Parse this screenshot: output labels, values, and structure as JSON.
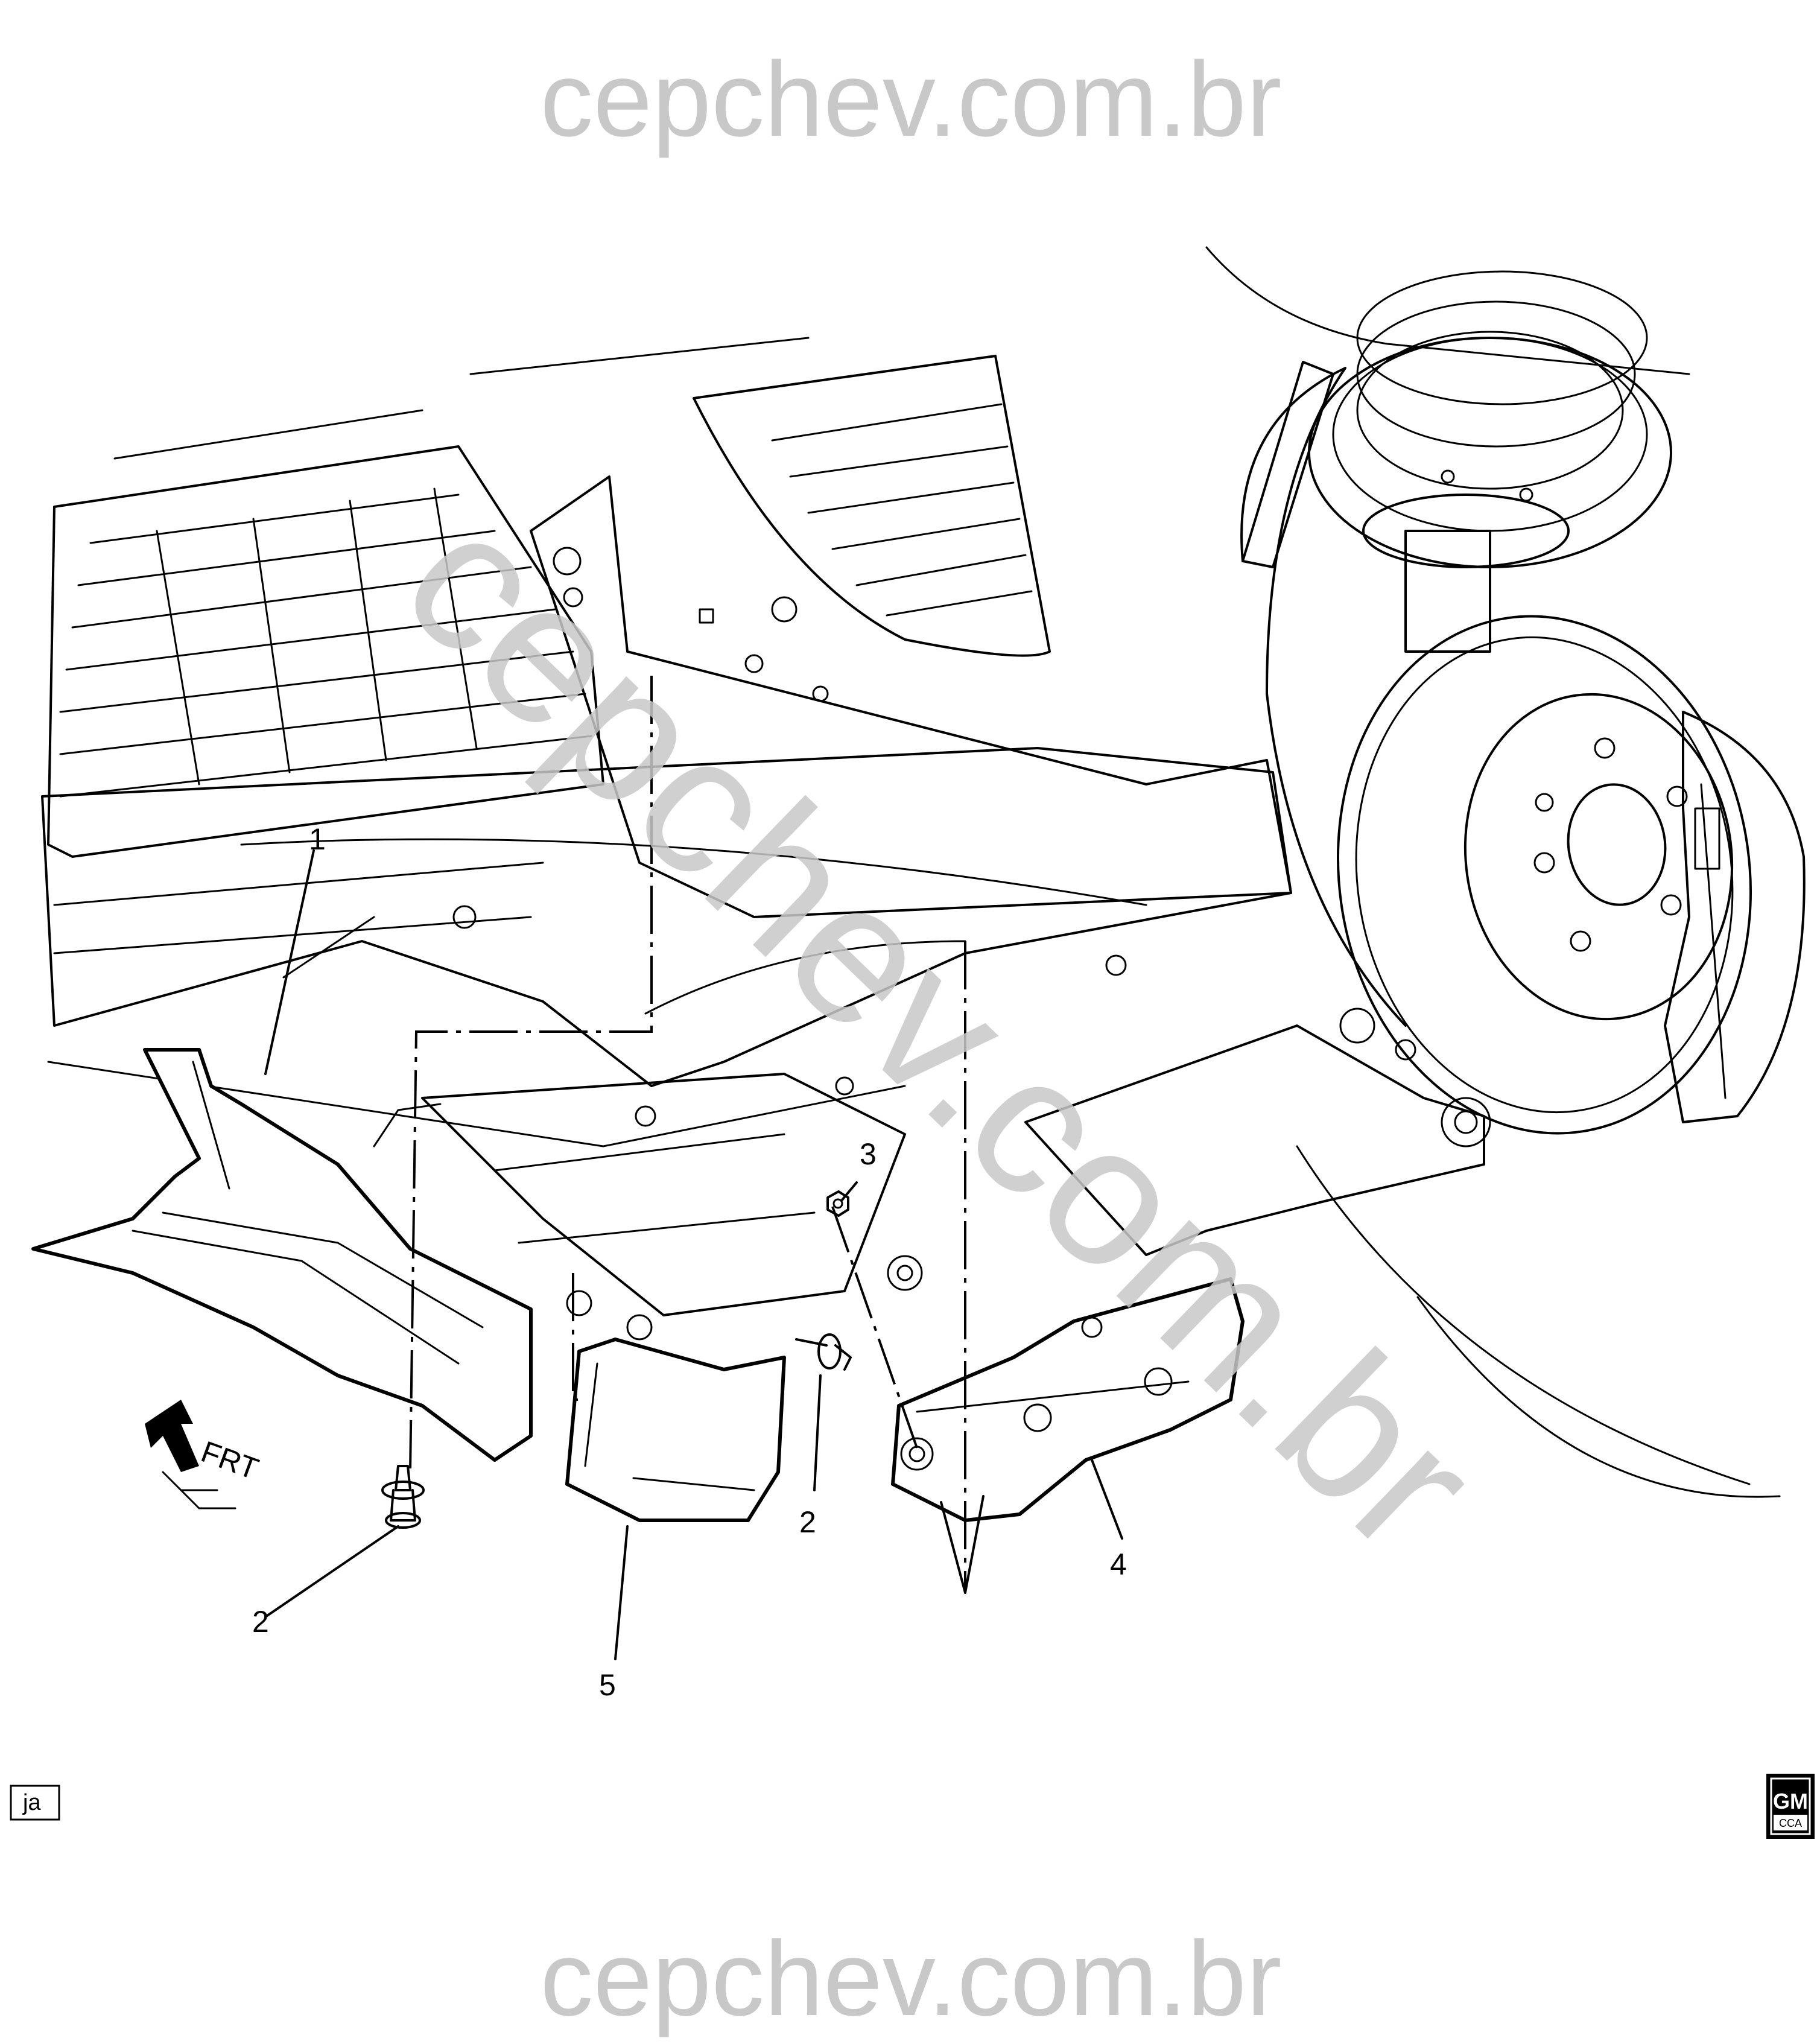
{
  "watermark_top": "cepchev.com.br",
  "watermark_bottom": "cepchev.com.br",
  "watermark_diagonal": "cepchev.com.br",
  "direction_label": "FRT",
  "corner_tag": "ja",
  "logo": {
    "brand": "GM",
    "sub": "CCA"
  },
  "callouts": {
    "c1": "1",
    "c2a": "2",
    "c2b": "2",
    "c3": "3",
    "c4": "4",
    "c5": "5"
  }
}
